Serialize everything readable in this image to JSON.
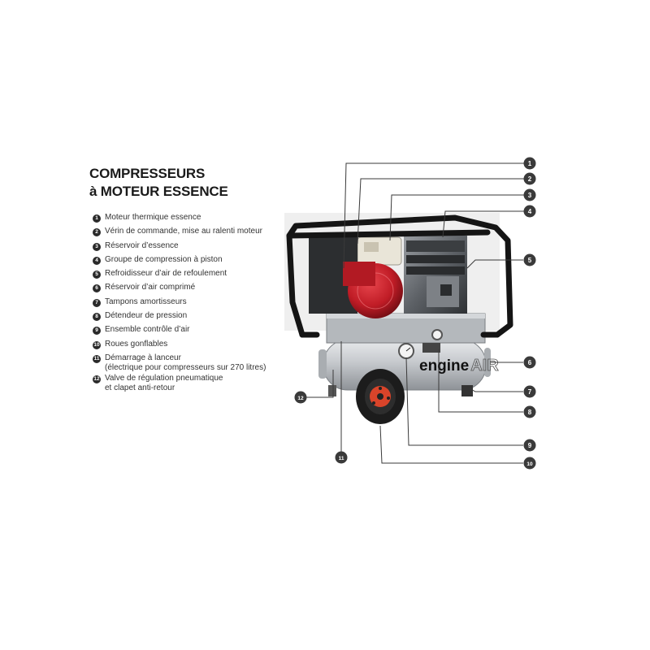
{
  "title": {
    "line1": "COMPRESSEURS",
    "line2": "à MOTEUR ESSENCE"
  },
  "legend": [
    {
      "num": "1",
      "lines": [
        "Moteur thermique essence"
      ]
    },
    {
      "num": "2",
      "lines": [
        "Vérin de commande, mise au ralenti moteur"
      ]
    },
    {
      "num": "3",
      "lines": [
        "Réservoir d’essence"
      ]
    },
    {
      "num": "4",
      "lines": [
        "Groupe de compression à piston"
      ]
    },
    {
      "num": "5",
      "lines": [
        "Refroidisseur d’air de refoulement"
      ]
    },
    {
      "num": "6",
      "lines": [
        "Réservoir d’air comprimé"
      ]
    },
    {
      "num": "7",
      "lines": [
        "Tampons amortisseurs"
      ]
    },
    {
      "num": "8",
      "lines": [
        "Détendeur de pression"
      ]
    },
    {
      "num": "9",
      "lines": [
        "Ensemble contrôle d’air"
      ]
    },
    {
      "num": "10",
      "lines": [
        "Roues gonflables"
      ]
    },
    {
      "num": "11",
      "lines": [
        "Démarrage à lanceur",
        "(électrique pour compresseurs sur 270 litres)"
      ]
    },
    {
      "num": "12",
      "lines": [
        "Valve de régulation pneumatique",
        "et clapet anti-retour"
      ]
    }
  ],
  "brand": {
    "word": "engine",
    "suffix": "AIR"
  },
  "callouts": [
    "1",
    "2",
    "3",
    "4",
    "5",
    "6",
    "7",
    "8",
    "9",
    "10",
    "11",
    "12"
  ],
  "colors": {
    "frame": "#151515",
    "engine_red": "#c8202a",
    "tank": "#c9ccd0",
    "wheel_hub": "#d9442a",
    "marker": "#3a3a3a"
  }
}
